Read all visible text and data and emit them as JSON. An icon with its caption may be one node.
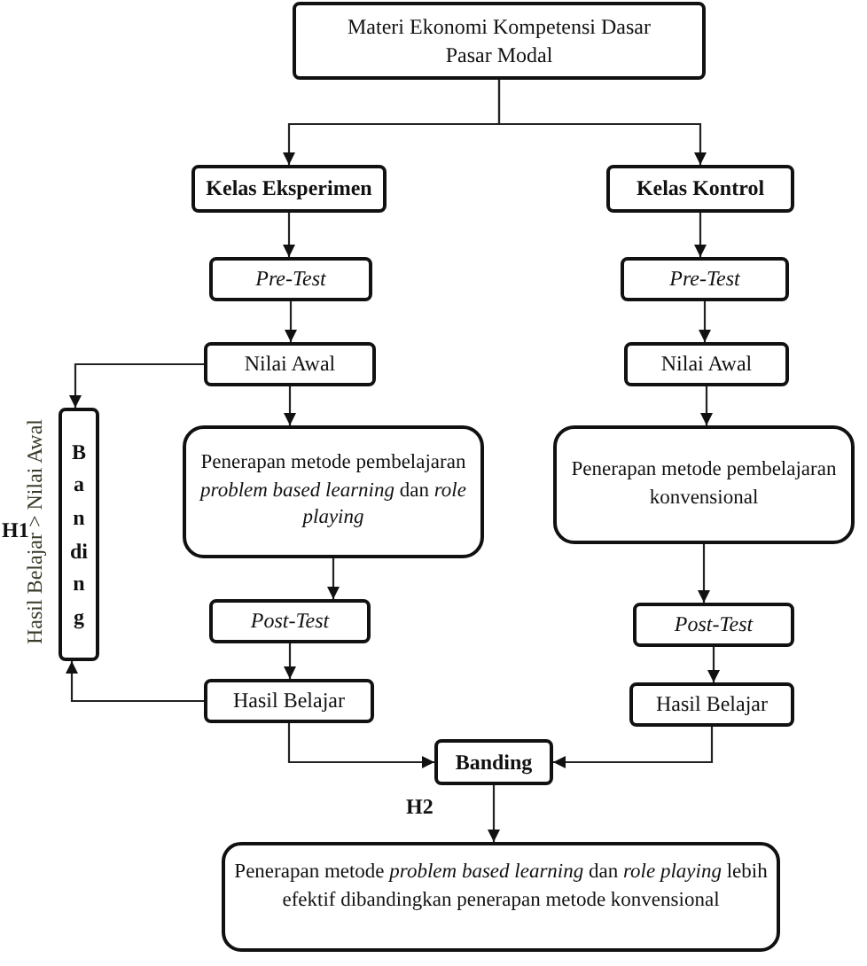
{
  "diagram": {
    "nodes": [
      {
        "text": [
          "Materi Ekonomi Kompetensi Dasar Pasar Modal"
        ]
      },
      {
        "text": [
          "Kelas Eksperimen"
        ]
      },
      {
        "text": [
          "Pre-Test"
        ]
      },
      {
        "text": [
          "Nilai Awal"
        ]
      },
      {
        "text": [
          "Penerapan metode pembelajaran *problem based learning* dan *role playing*"
        ]
      },
      {
        "text": [
          "Post-Test"
        ]
      },
      {
        "text": [
          "Hasil Belajar"
        ]
      },
      {
        "text": [
          "Kelas Kontrol"
        ]
      },
      {
        "text": [
          "Pre-Test"
        ]
      },
      {
        "text": [
          "Nilai Awal"
        ]
      },
      {
        "text": [
          "Penerapan metode pembelajaran konvensional"
        ]
      },
      {
        "text": [
          "Post-Test"
        ]
      },
      {
        "text": [
          "Hasil Belajar"
        ]
      },
      {
        "text": [
          "Banding"
        ],
        "beside": [
          "Hasil Belajar > Nilai Awal"
        ]
      },
      {
        "text": [
          "Banding"
        ]
      },
      {
        "text": [
          "Penerapan metode *problem based learning* dan *role playing* lebih efektif dibandingkan penerapan metode konvensional"
        ]
      }
    ],
    "edges": [
      {
        "from": 0,
        "to": 1,
        "arrow": "to"
      },
      {
        "from": 0,
        "to": 7,
        "arrow": "to"
      },
      {
        "from": 1,
        "to": 2,
        "arrow": "to"
      },
      {
        "from": 2,
        "to": 3,
        "arrow": "to"
      },
      {
        "from": 3,
        "to": 4,
        "arrow": "to"
      },
      {
        "from": 4,
        "to": 5,
        "arrow": "to"
      },
      {
        "from": 5,
        "to": 6,
        "arrow": "to"
      },
      {
        "from": 7,
        "to": 8,
        "arrow": "to"
      },
      {
        "from": 8,
        "to": 9,
        "arrow": "to"
      },
      {
        "from": 9,
        "to": 10,
        "arrow": "to"
      },
      {
        "from": 10,
        "to": 11,
        "arrow": "to"
      },
      {
        "from": 11,
        "to": 12,
        "arrow": "to"
      },
      {
        "from": 3,
        "to": 13,
        "arrow": "to"
      },
      {
        "from": 6,
        "to": 13,
        "arrow": "to"
      },
      {
        "from": 6,
        "to": 14,
        "arrow": "to"
      },
      {
        "from": 12,
        "to": 14,
        "arrow": "to"
      },
      {
        "from": 14,
        "to": 15,
        "arrow": "to"
      }
    ],
    "labels": [
      "H1",
      "H2"
    ]
  }
}
